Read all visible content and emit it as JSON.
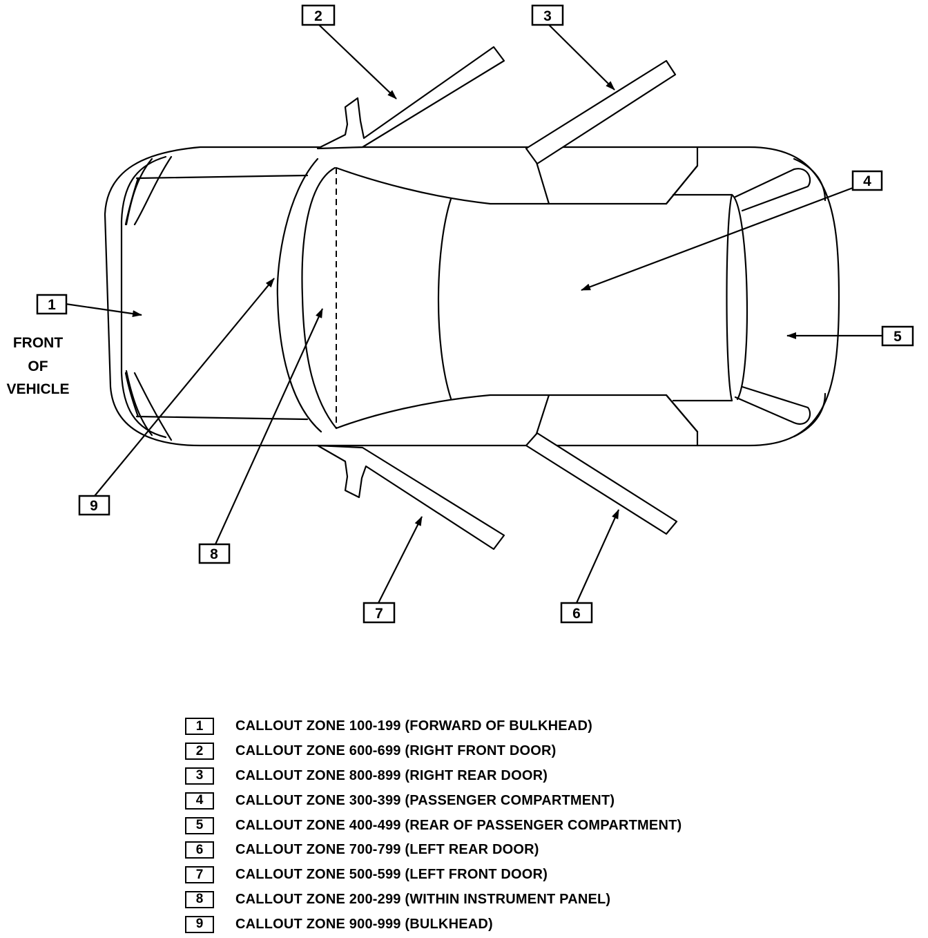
{
  "front_label": [
    "FRONT",
    "OF",
    "VEHICLE"
  ],
  "callouts": [
    "1",
    "2",
    "3",
    "4",
    "5",
    "6",
    "7",
    "8",
    "9"
  ],
  "legend": [
    {
      "num": "1",
      "text": "CALLOUT ZONE 100-199 (FORWARD OF BULKHEAD)"
    },
    {
      "num": "2",
      "text": "CALLOUT ZONE 600-699 (RIGHT FRONT DOOR)"
    },
    {
      "num": "3",
      "text": "CALLOUT ZONE 800-899 (RIGHT REAR DOOR)"
    },
    {
      "num": "4",
      "text": "CALLOUT ZONE 300-399 (PASSENGER COMPARTMENT)"
    },
    {
      "num": "5",
      "text": "CALLOUT ZONE 400-499 (REAR OF PASSENGER COMPARTMENT)"
    },
    {
      "num": "6",
      "text": "CALLOUT ZONE 700-799 (LEFT REAR DOOR)"
    },
    {
      "num": "7",
      "text": "CALLOUT ZONE 500-599 (LEFT FRONT DOOR)"
    },
    {
      "num": "8",
      "text": "CALLOUT ZONE 200-299 (WITHIN INSTRUMENT PANEL)"
    },
    {
      "num": "9",
      "text": "CALLOUT ZONE 900-999 (BULKHEAD)"
    }
  ]
}
